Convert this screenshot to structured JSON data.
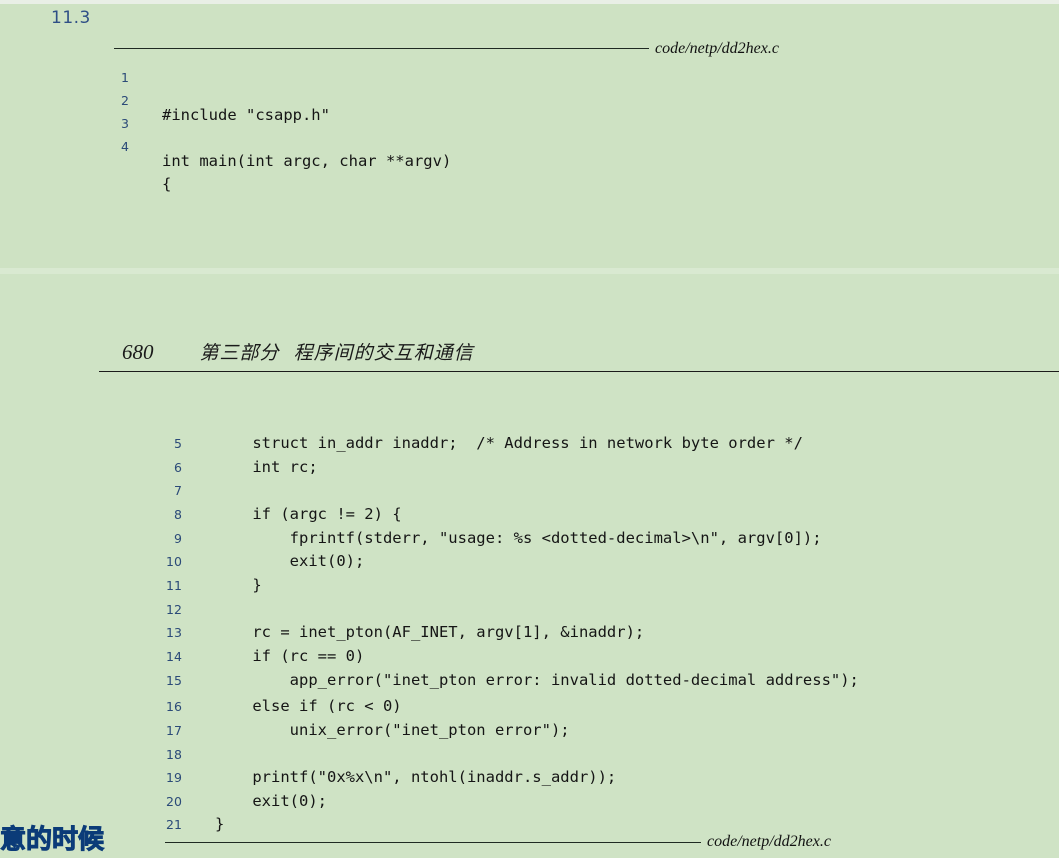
{
  "top_page": {
    "exercise_number": "11.3",
    "file_label": "code/netp/dd2hex.c",
    "lines": [
      {
        "num": "1",
        "code": "#include \"csapp.h\""
      },
      {
        "num": "2",
        "code": ""
      },
      {
        "num": "3",
        "code": "int main(int argc, char **argv)"
      },
      {
        "num": "4",
        "code": "{"
      }
    ]
  },
  "running_header": {
    "page_number": "680",
    "chapter_title": "第三部分  程序间的交互和通信"
  },
  "bottom_page": {
    "file_label": "code/netp/dd2hex.c",
    "lines": [
      {
        "num": "5",
        "code": "    struct in_addr inaddr;  /* Address in network byte order */"
      },
      {
        "num": "6",
        "code": "    int rc;"
      },
      {
        "num": "7",
        "code": ""
      },
      {
        "num": "8",
        "code": "    if (argc != 2) {"
      },
      {
        "num": "9",
        "code": "        fprintf(stderr, \"usage: %s <dotted-decimal>\\n\", argv[0]);"
      },
      {
        "num": "10",
        "code": "        exit(0);"
      },
      {
        "num": "11",
        "code": "    }"
      },
      {
        "num": "12",
        "code": ""
      },
      {
        "num": "13",
        "code": "    rc = inet_pton(AF_INET, argv[1], &inaddr);"
      },
      {
        "num": "14",
        "code": "    if (rc == 0)"
      },
      {
        "num": "15",
        "code": "        app_error(\"inet_pton error: invalid dotted-decimal address\");"
      },
      {
        "num": "16",
        "code": "    else if (rc < 0)"
      },
      {
        "num": "17",
        "code": "        unix_error(\"inet_pton error\");"
      },
      {
        "num": "18",
        "code": ""
      },
      {
        "num": "19",
        "code": "    printf(\"0x%x\\n\", ntohl(inaddr.s_addr));"
      },
      {
        "num": "20",
        "code": "    exit(0);"
      },
      {
        "num": "21",
        "code": "}"
      }
    ]
  },
  "caption_overlay": "意的时候"
}
